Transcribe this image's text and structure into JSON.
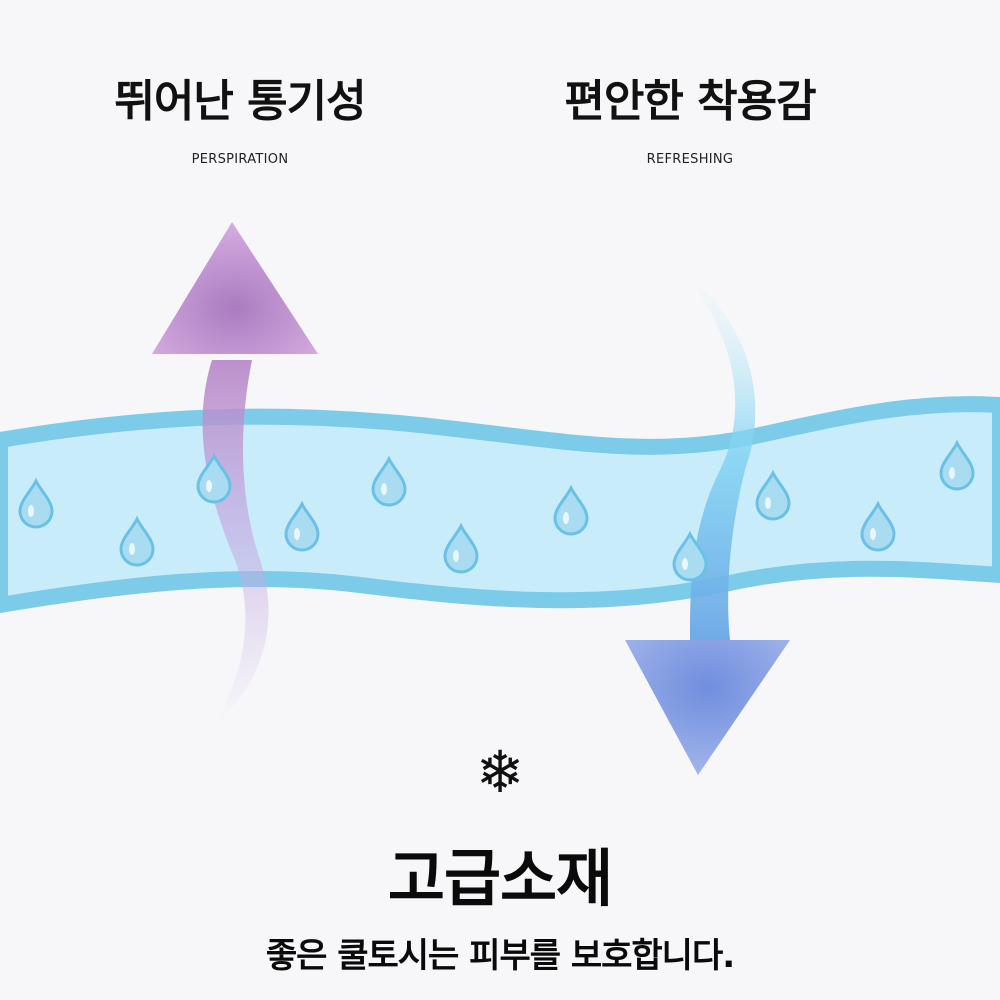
{
  "features": [
    {
      "title": "뛰어난 통기성",
      "subtitle": "PERSPIRATION"
    },
    {
      "title": "편안한 착용감",
      "subtitle": "REFRESHING"
    }
  ],
  "snowflake_icon": "snowflake-icon",
  "snowflake_glyph": "❄",
  "main": {
    "title": "고급소재",
    "subtitle": "좋은 쿨토시는 피부를 보호합니다."
  },
  "colors": {
    "fabric_fill": "#c9ecfa",
    "fabric_edge": "#7ccbe9",
    "drop": "#6ac1e6",
    "up_arrow": "#b685c6",
    "down_arrow": "#7f9ee3"
  }
}
